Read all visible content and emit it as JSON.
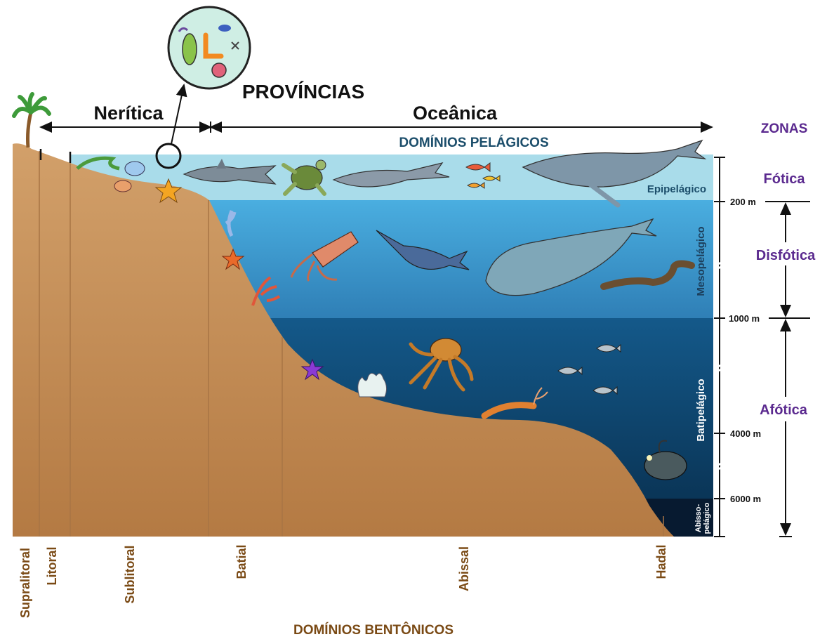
{
  "provinces": {
    "title": "PROVÍNCIAS",
    "neritic": "Nerítica",
    "oceanic": "Oceânica"
  },
  "pelagic_title": "DOMÍNIOS PELÁGICOS",
  "benthic_title": "DOMÍNIOS BENTÔNICOS",
  "pelagic_domains": [
    "Epipelágico",
    "Mesopelágico",
    "Batipelágico",
    "Abisso-pelágico"
  ],
  "abyssopelagic_lines": [
    "Abisso-",
    "pelágico"
  ],
  "depths": [
    "200 m",
    "1000 m",
    "4000 m",
    "6000 m"
  ],
  "zones": {
    "title": "ZONAS",
    "items": [
      "Fótica",
      "Disfótica",
      "Afótica"
    ]
  },
  "benthic_domains": [
    "Supralitoral",
    "Litoral",
    "Sublitoral",
    "Batial",
    "Abissal",
    "Hadal"
  ],
  "colors": {
    "epipelagic": "#a9dcea",
    "mesopelagic": "#3f9fd4",
    "bathypelagic": "#0f4f7d",
    "abyssopelagic": "#071a30",
    "seafloor": "#c99560",
    "zone_text": "#5b2a8f",
    "benthic_text": "#7a4a15",
    "pelagic_text": "#1c4e6b"
  }
}
